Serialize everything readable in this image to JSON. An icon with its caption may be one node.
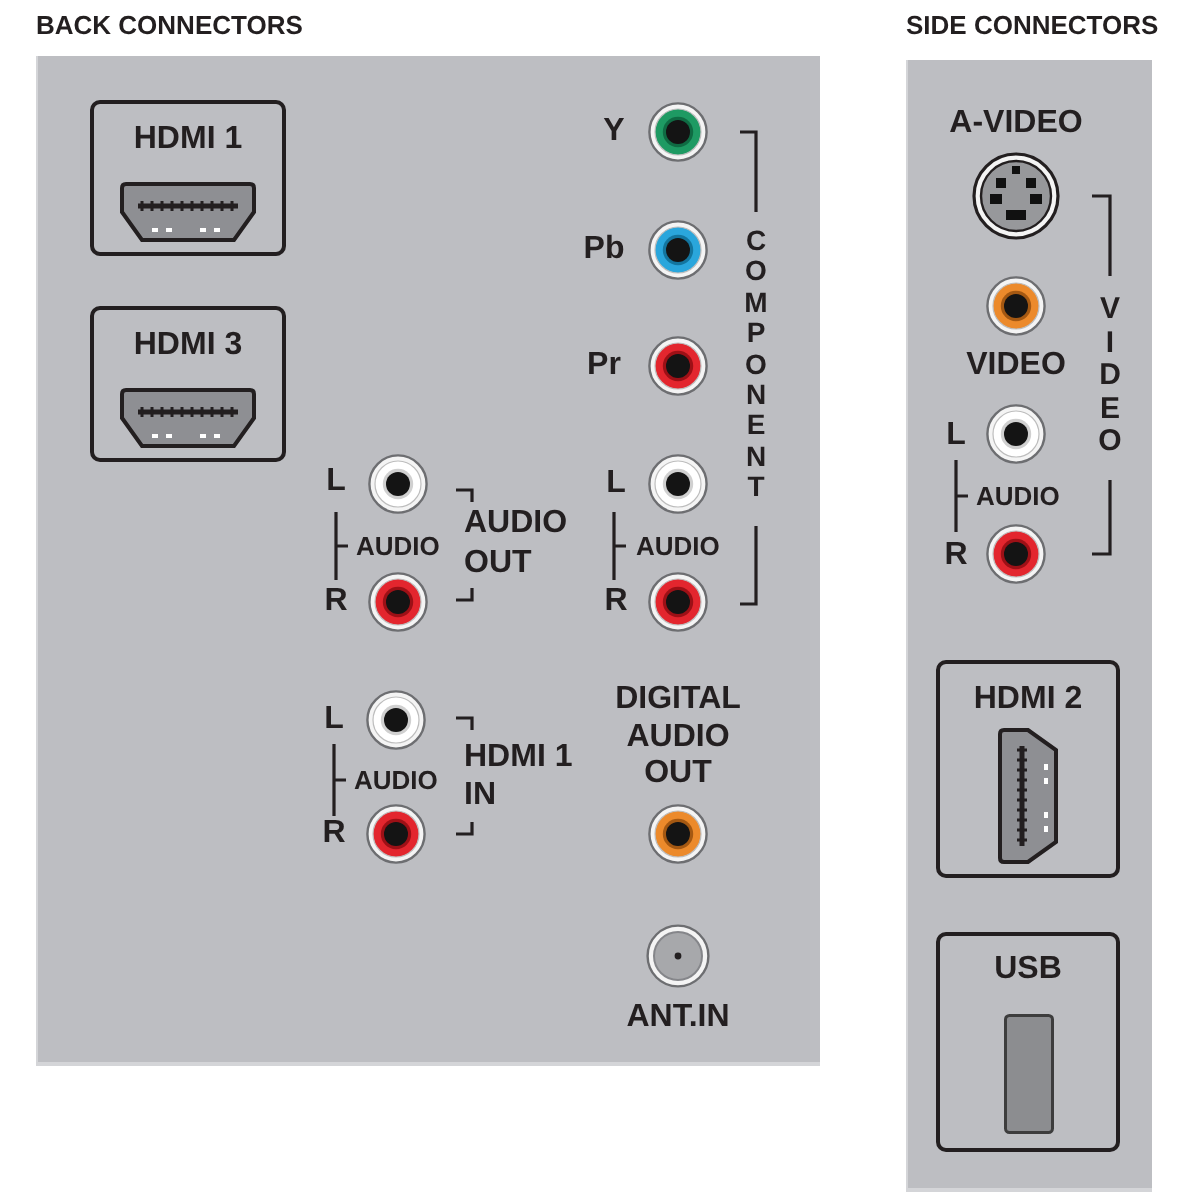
{
  "diagram": {
    "nodes": [
      {
        "text": [
          "BACK CONNECTORS"
        ]
      },
      {
        "text": [
          "HDMI 1"
        ],
        "in": 0
      },
      {
        "text": [
          "HDMI 3"
        ],
        "in": 0
      },
      {
        "text": [
          "SIDE CONNECTORS"
        ]
      },
      {
        "text": [
          "HDMI 2"
        ],
        "in": 3
      },
      {
        "text": [
          "USB"
        ],
        "in": 3
      }
    ],
    "labels": [
      "Y",
      "Pb",
      "Pr",
      "L",
      "AUDIO",
      "R",
      "COMPONENT",
      "L",
      "AUDIO",
      "R",
      "AUDIO OUT",
      "L",
      "AUDIO",
      "R",
      "HDMI 1 IN",
      "DIGITAL AUDIO OUT",
      "ANT.IN",
      "A-VIDEO",
      "VIDEO",
      "L",
      "AUDIO",
      "R",
      "VIDEO"
    ]
  }
}
